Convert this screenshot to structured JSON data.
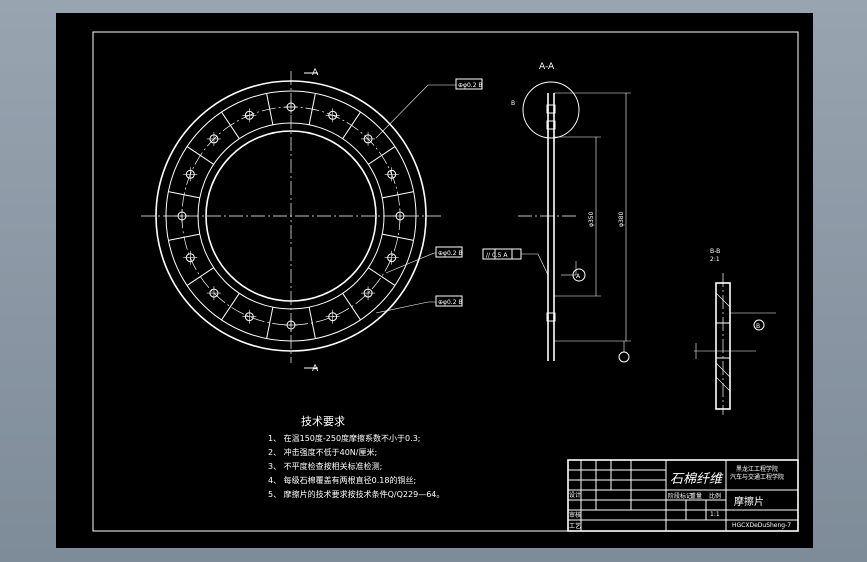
{
  "tech_requirements": {
    "title": "技术要求",
    "items": [
      "1、 在温150度-250度摩擦系数不小于0.3;",
      "2、 冲击强度不低于40N/厘米;",
      "3、 不平度检查按相关标准检测;",
      "4、 每级石棉覆盖有两根直径0.18的铜丝;",
      "5、 摩擦片的技术要求按技术条件Q/Q229—64。"
    ]
  },
  "title_block": {
    "material": "石棉纤维",
    "school_line1": "黑龙江工程学院",
    "school_line2": "汽车与交通工程学院",
    "part_name": "摩擦片",
    "scale": "1:1",
    "row_labels": [
      "设计",
      "审核",
      "工艺"
    ],
    "header_labels": [
      "阶段标记",
      "重量",
      "比例"
    ],
    "drawing_no": "HGCXDeDuSheng-7"
  },
  "annotations": {
    "section_a": "A",
    "section_aa": "A-A",
    "section_b": "B",
    "section_bb": "B-B",
    "scale_bb": "2:1",
    "tolerance_top": "⊕φ0.2 B",
    "tolerance_mid": "⊕φ0.2 B",
    "tolerance_bottom": "⊕φ0.2 B",
    "flatness": "// 0.5 A",
    "datum_a": "A",
    "datum_b": "B",
    "dim_inner": "φ350",
    "dim_outer": "φ380"
  }
}
